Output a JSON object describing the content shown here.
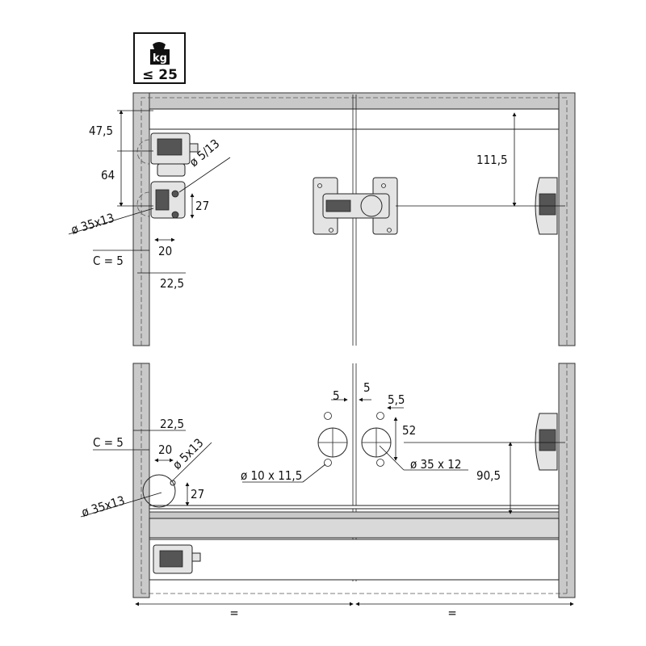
{
  "load_badge": {
    "unit": "kg",
    "limit": "≤ 25"
  },
  "upper_dimensions": {
    "d_47_5": "47,5",
    "d_64": "64",
    "d_5_13": "ø 5/13",
    "d_27": "27",
    "d_35x13": "ø 35x13",
    "d_20": "20",
    "c5": "C = 5",
    "d_22_5": "22,5",
    "d_111_5": "111,5"
  },
  "lower_dimensions": {
    "d_5_left": "5",
    "d_5_right": "5",
    "d_5_5": "5,5",
    "d_52": "52",
    "d_10x11_5": "ø 10 x 11,5",
    "d_35x12": "ø 35 x 12",
    "d_90_5": "90,5",
    "d_22_5": "22,5",
    "c5": "C = 5",
    "d_20": "20",
    "d_5x13": "ø 5x13",
    "d_27": "27",
    "d_35x13": "ø 35x13"
  },
  "width_dimensions": {
    "left": "=",
    "right": "="
  }
}
